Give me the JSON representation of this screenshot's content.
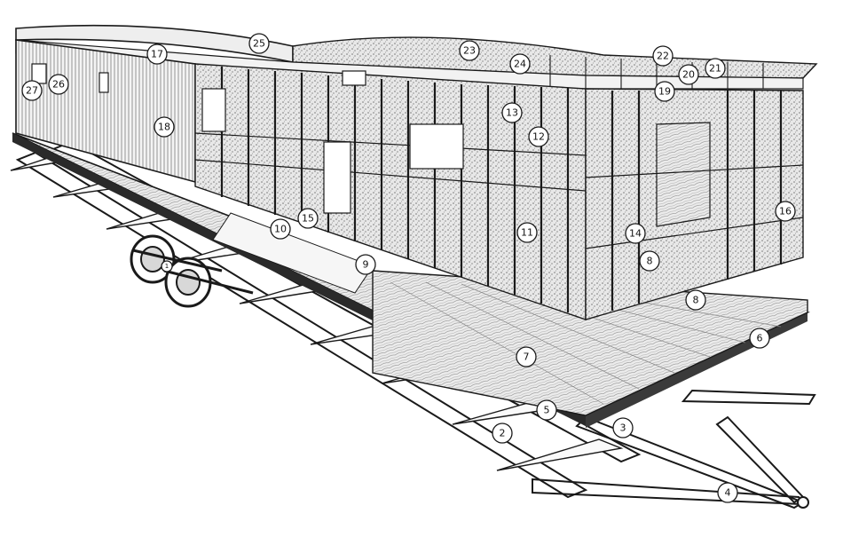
{
  "colors": {
    "ink": "#1a1a1a",
    "paper": "#ffffff",
    "insulation": "#cfcfcf",
    "plywood": "#dcdcdc",
    "shadow": "#2a2a2a"
  },
  "callouts": [
    {
      "n": "1"
    },
    {
      "n": "2"
    },
    {
      "n": "3"
    },
    {
      "n": "4"
    },
    {
      "n": "5"
    },
    {
      "n": "6"
    },
    {
      "n": "7"
    },
    {
      "n": "8"
    },
    {
      "n": "8"
    },
    {
      "n": "9"
    },
    {
      "n": "10"
    },
    {
      "n": "11"
    },
    {
      "n": "12"
    },
    {
      "n": "13"
    },
    {
      "n": "14"
    },
    {
      "n": "15"
    },
    {
      "n": "16"
    },
    {
      "n": "17"
    },
    {
      "n": "18"
    },
    {
      "n": "19"
    },
    {
      "n": "20"
    },
    {
      "n": "21"
    },
    {
      "n": "22"
    },
    {
      "n": "23"
    },
    {
      "n": "24"
    },
    {
      "n": "25"
    },
    {
      "n": "26"
    },
    {
      "n": "27"
    }
  ]
}
